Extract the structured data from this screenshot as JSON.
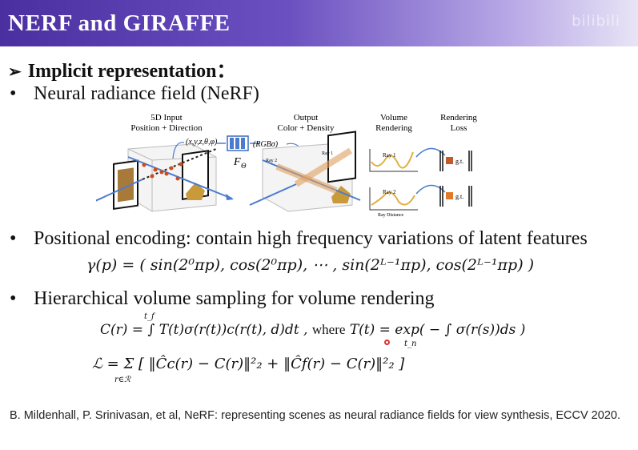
{
  "slide": {
    "title": "NERF and GIRAFFE",
    "watermark": "bilibili",
    "heading": "Implicit representation：",
    "heading_arrow": "➢",
    "bullets": [
      "Neural radiance field (NeRF)",
      "Positional encoding: contain high frequency variations of latent features",
      "Hierarchical volume sampling for volume rendering"
    ],
    "bullet_glyph": "•"
  },
  "figure": {
    "input_label_1": "5D Input",
    "input_label_2": "Position + Direction",
    "input_coords": "(x,y,z,θ,φ)",
    "network_label": "F",
    "network_sub": "Θ",
    "output_label_1": "Output",
    "output_label_2": "Color + Density",
    "output_value": "(RGBσ)",
    "volume_label_1": "Volume",
    "volume_label_2": "Rendering",
    "loss_label_1": "Rendering",
    "loss_label_2": "Loss",
    "ray1": "Ray 1",
    "ray2": "Ray 2",
    "ray_distance": "Ray Distance",
    "gt": "g.t."
  },
  "equations": {
    "positional_encoding": "γ(p) = ( sin(2⁰πp), cos(2⁰πp), ⋯ , sin(2ᴸ⁻¹πp), cos(2ᴸ⁻¹πp) )",
    "render_lhs": "C(r) = ∫ T(t)σ(r(t))c(r(t), d)dt ,",
    "render_where": "where",
    "render_T": "T(t) = exp( − ∫ σ(r(s))ds )",
    "render_upper": "t_f",
    "render_lower": "t_n",
    "loss": "ℒ = Σ [ ‖Ĉc(r) − C(r)‖²₂ + ‖Ĉf(r) − C(r)‖²₂ ]",
    "loss_sub": "r∈ℛ"
  },
  "reference": "B. Mildenhall, P. Srinivasan, et al, NeRF: representing scenes as neural radiance fields for view synthesis, ECCV 2020."
}
